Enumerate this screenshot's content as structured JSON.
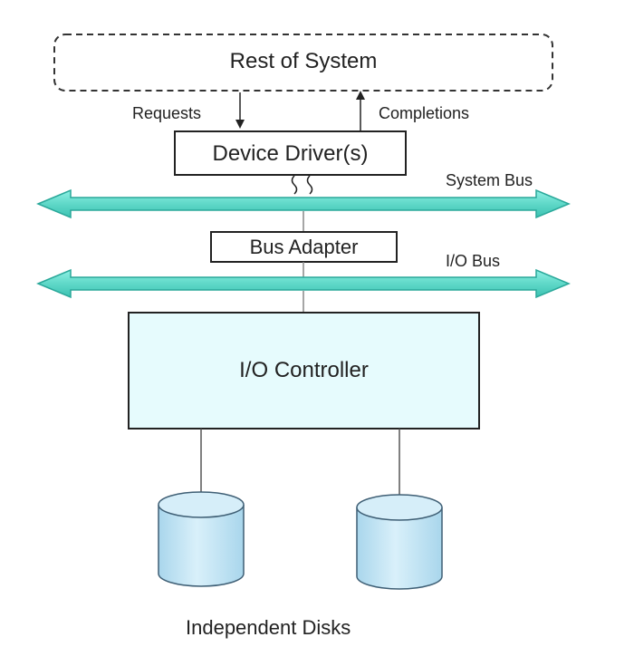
{
  "diagram": {
    "rest_of_system": "Rest of System",
    "requests": "Requests",
    "completions": "Completions",
    "device_driver": "Device Driver(s)",
    "system_bus": "System Bus",
    "bus_adapter": "Bus Adapter",
    "io_bus": "I/O Bus",
    "io_controller": "I/O Controller",
    "independent_disks": "Independent Disks"
  },
  "colors": {
    "bus_fill": "#5fd8c8",
    "bus_stroke": "#2aa89a",
    "controller_fill": "#e6fbfd",
    "disk_fill": "#c9e8f5",
    "disk_stroke": "#3f5f75",
    "line": "#222222"
  }
}
